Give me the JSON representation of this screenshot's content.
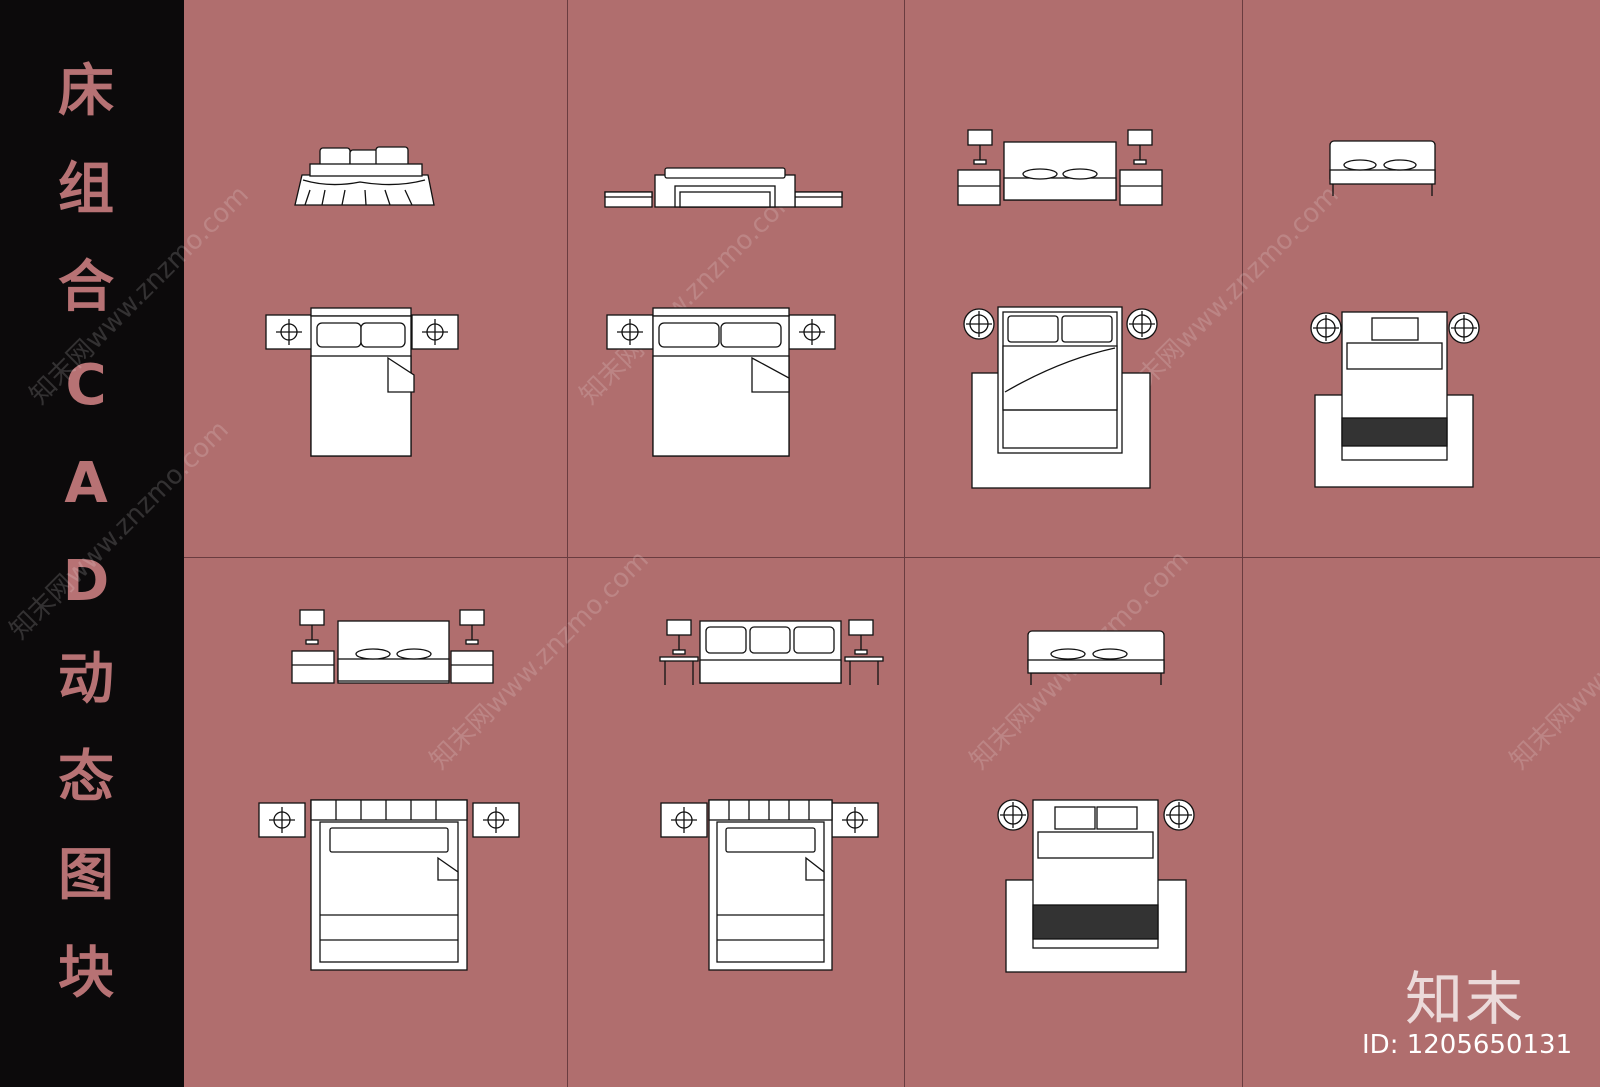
{
  "title_chars": [
    "床",
    "组",
    "合",
    "C",
    "A",
    "D",
    "动",
    "态",
    "图",
    "块"
  ],
  "watermarks": [
    "知末网www.znzmo.com"
  ],
  "brand_logo": "知末",
  "asset_id": "ID: 1205650131",
  "colors": {
    "panel_background": "#b06e6e",
    "sidebar_background": "#0c0a0b",
    "title_text": "#b77274",
    "drawing_fill": "#ffffff",
    "drawing_stroke": "#111111"
  },
  "grid": {
    "columns": 4,
    "rows": 2
  }
}
